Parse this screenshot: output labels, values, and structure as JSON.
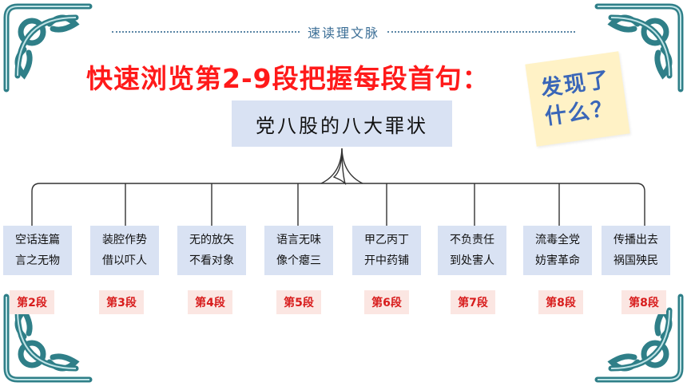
{
  "subtitle": "速读理文脉",
  "main_title": "快速浏览第2-9段把握每段首句：",
  "note": {
    "line1": "发现了",
    "line2": "什么？"
  },
  "root_label": "党八股的八大罪状",
  "items": [
    {
      "line1": "空话连篇",
      "line2": "言之无物",
      "tag": "第2段"
    },
    {
      "line1": "装腔作势",
      "line2": "借以吓人",
      "tag": "第3段"
    },
    {
      "line1": "无的放矢",
      "line2": "不看对象",
      "tag": "第4段"
    },
    {
      "line1": "语言无味",
      "line2": "像个瘪三",
      "tag": "第5段"
    },
    {
      "line1": "甲乙丙丁",
      "line2": "开中药铺",
      "tag": "第6段"
    },
    {
      "line1": "不负责任",
      "line2": "到处害人",
      "tag": "第7段"
    },
    {
      "line1": "流毒全党",
      "line2": "妨害革命",
      "tag": "第8段"
    },
    {
      "line1": "传播出去",
      "line2": "祸国殃民",
      "tag": "第8段"
    }
  ],
  "colors": {
    "title_red": "#ff1a1a",
    "box_blue": "#d9e2f3",
    "tag_bg": "#fbe6e2",
    "tag_text": "#d81c1c",
    "ornament": "#3a8d96"
  }
}
